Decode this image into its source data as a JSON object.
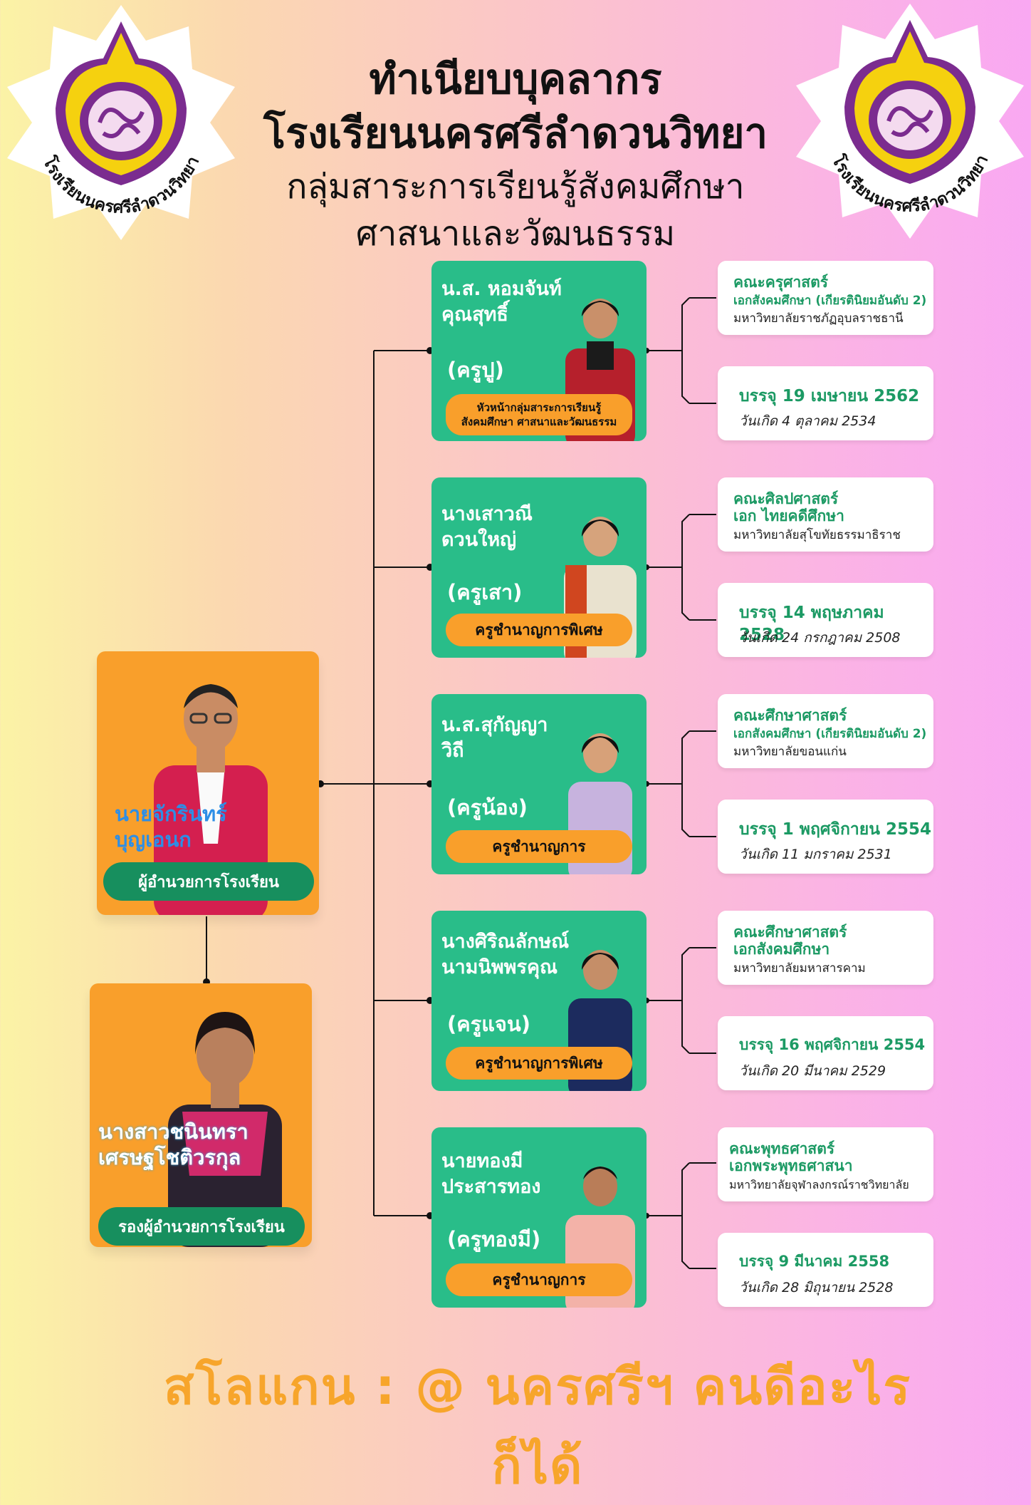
{
  "header": {
    "line1": "ทำเนียบบุคลากร",
    "line2": "โรงเรียนนครศรีลำดวนวิทยา",
    "line3": "กลุ่มสาระการเรียนรู้สังคมศึกษา",
    "line4": "ศาสนาและวัฒนธรรม"
  },
  "logo": {
    "text": "โรงเรียนนครศรีลำดวนวิทยา",
    "icon": "school-emblem-icon"
  },
  "director": {
    "name": "นายจักรินทร์\nบุญเอนก",
    "position": "ผู้อำนวยการโรงเรียน"
  },
  "deputy": {
    "name": "นางสาวชนินทรา\nเศรษฐโชติวรกุล",
    "position": "รองผู้อำนวยการโรงเรียน"
  },
  "teachers": [
    {
      "name": "น.ส. หอมจันท์\nคุณสุทธิ์",
      "nickname": "(ครูปู)",
      "role": "หัวหน้ากลุ่มสาระการเรียนรู้\nสังคมศึกษา ศาสนาและวัฒนธรรม",
      "faculty": "คณะครุศาสตร์",
      "major": "เอกสังคมศึกษา (เกียรตินิยมอันดับ 2)",
      "university": "มหาวิทยาลัยราชภัฏอุบลราชธานี",
      "appointed": "บรรจุ 19 เมษายน 2562",
      "birth": "วันเกิด  4 ตุลาคม 2534"
    },
    {
      "name": "นางเสาวณี\nดวนใหญ่",
      "nickname": "(ครูเสา)",
      "role": "ครูชำนาญการพิเศษ",
      "faculty": "คณะศิลปศาสตร์",
      "major": "เอก ไทยคดีศึกษา",
      "university": " มหาวิทยาลัยสุโขทัยธรรมาธิราช",
      "appointed": "บรรจุ 14 พฤษภาคม 2528",
      "birth": "วันเกิด 24 กรกฎาคม 2508"
    },
    {
      "name": "น.ส.สุกัญญา\nวิถี",
      "nickname": "(ครูน้อง)",
      "role": "ครูชำนาญการ",
      "faculty": "คณะศึกษาศาสตร์",
      "major": "เอกสังคมศึกษา (เกียรตินิยมอันดับ 2)",
      "university": "มหาวิทยาลัยขอนแก่น",
      "appointed": "บรรจุ 1 พฤศจิกายน 2554",
      "birth": "วันเกิด 11 มกราคม 2531"
    },
    {
      "name": "นางศิริณลักษณ์\nนามนิพพรคุณ",
      "nickname": "(ครูแจน)",
      "role": "ครูชำนาญการพิเศษ",
      "faculty": "คณะศึกษาศาสตร์",
      "major": "เอกสังคมศึกษา",
      "university": "มหาวิทยาลัยมหาสารคาม",
      "appointed": "บรรจุ 16 พฤศจิกายน 2554",
      "birth": "วันเกิด 20 มีนาคม 2529"
    },
    {
      "name": "นายทองมี\nประสารทอง",
      "nickname": "(ครูทองมี)",
      "role": "ครูชำนาญการ",
      "faculty": "คณะพุทธศาสตร์",
      "major": "เอกพระพุทธศาสนา",
      "university": "มหาวิทยาลัยจุฬาลงกรณ์ราชวิทยาลัย",
      "appointed": "บรรจุ 9 มีนาคม 2558",
      "birth": "วันเกิด 28 มิถุนายน 2528"
    }
  ],
  "slogan": "สโลแกน : @ นครศรีฯ คนดีอะไรก็ได้",
  "colors": {
    "teacher_card": "#29bd89",
    "pill_orange": "#f99f2b",
    "leader_card": "#f99f2b",
    "leader_pill": "#178f5e",
    "accent_green_text": "#1c9a64",
    "slogan": "#f7a52b"
  }
}
